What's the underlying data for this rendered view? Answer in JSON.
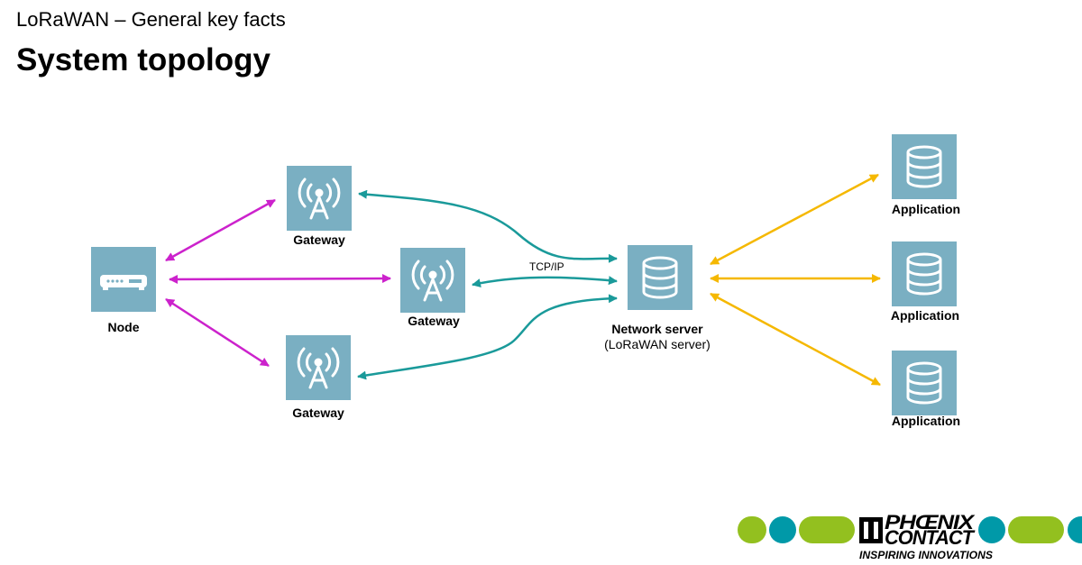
{
  "header": {
    "subtitle": "LoRaWAN – General key facts",
    "title": "System topology"
  },
  "nodes": {
    "node": {
      "label": "Node",
      "icon": "router-device-icon"
    },
    "gateway_top": {
      "label": "Gateway",
      "icon": "antenna-tower-icon"
    },
    "gateway_middle": {
      "label": "Gateway",
      "icon": "antenna-tower-icon"
    },
    "gateway_bottom": {
      "label": "Gateway",
      "icon": "antenna-tower-icon"
    },
    "network_server": {
      "label": "Network server",
      "sublabel": "(LoRaWAN server)",
      "icon": "database-icon"
    },
    "application_1": {
      "label": "Application",
      "icon": "database-icon"
    },
    "application_2": {
      "label": "Application",
      "icon": "database-icon"
    },
    "application_3": {
      "label": "Application",
      "icon": "database-icon"
    }
  },
  "links": {
    "tcpip_label": "TCP/IP"
  },
  "logo": {
    "line1a": "PHŒNIX",
    "line1b": "CONTACT",
    "tagline": "INSPIRING INNOVATIONS"
  },
  "colors": {
    "node_box": "#7aafc2",
    "radio_link": "#cc22cc",
    "backhaul_link": "#1a9a9a",
    "app_link": "#f5b800",
    "dot_green": "#93c01f",
    "dot_teal": "#0099a8"
  }
}
